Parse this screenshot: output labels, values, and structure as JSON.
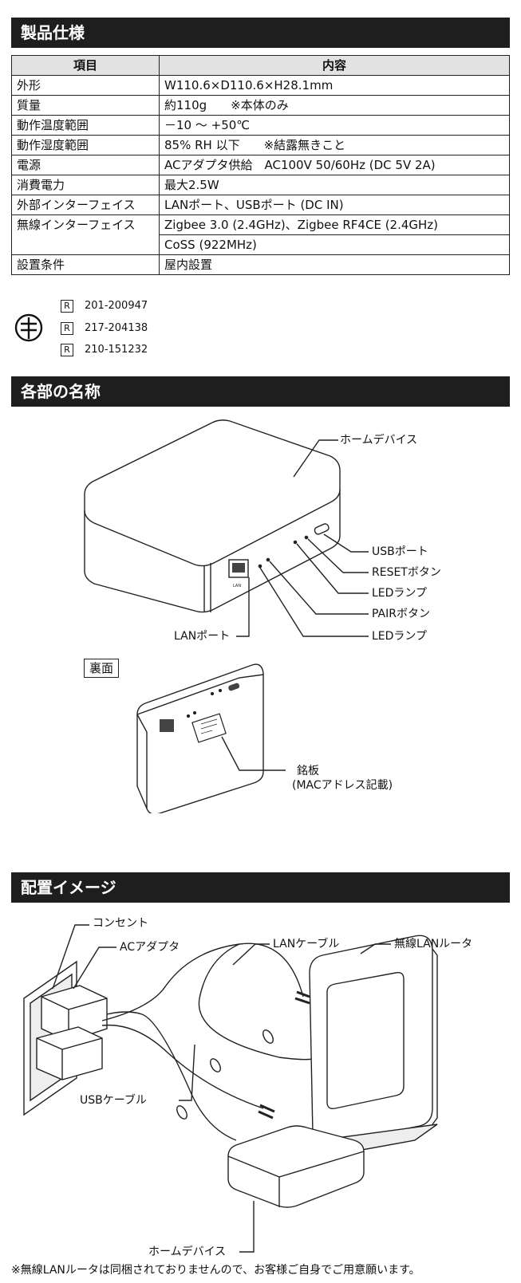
{
  "sections": {
    "specs_title": "製品仕様",
    "parts_title": "各部の名称",
    "placement_title": "配置イメージ"
  },
  "spec_table": {
    "header_item": "項目",
    "header_content": "内容",
    "rows": [
      {
        "label": "外形",
        "value": "W110.6×D110.6×H28.1mm"
      },
      {
        "label": "質量",
        "value": "約110g　　※本体のみ"
      },
      {
        "label": "動作温度範囲",
        "value": "－10 ～ +50℃"
      },
      {
        "label": "動作湿度範囲",
        "value": "85% RH 以下　　※結露無きこと"
      },
      {
        "label": "電源",
        "value": "ACアダプタ供給　AC100V 50/60Hz (DC 5V 2A)"
      },
      {
        "label": "消費電力",
        "value": "最大2.5W"
      },
      {
        "label": "外部インターフェイス",
        "value": "LANポート、USBポート (DC IN)"
      },
      {
        "label": "無線インターフェイス",
        "value": "Zigbee 3.0 (2.4GHz)、Zigbee RF4CE (2.4GHz)"
      },
      {
        "label": "",
        "value": "CoSS (922MHz)"
      },
      {
        "label": "設置条件",
        "value": "屋内設置"
      }
    ]
  },
  "certifications": {
    "mark": "R",
    "numbers": [
      "201-200947",
      "217-204138",
      "210-151232"
    ]
  },
  "parts": {
    "home_device": "ホームデバイス",
    "usb_port": "USBポート",
    "reset_button": "RESETボタン",
    "led_lamp_1": "LEDランプ",
    "pair_button": "PAIRボタン",
    "led_lamp_2": "LEDランプ",
    "lan_port": "LANポート",
    "back_label": "裏面",
    "nameplate": "銘板",
    "nameplate_note": "(MACアドレス記載)"
  },
  "placement": {
    "outlet": "コンセント",
    "ac_adapter": "ACアダプタ",
    "lan_cable": "LANケーブル",
    "router": "無線LANルータ",
    "usb_cable": "USBケーブル",
    "home_device": "ホームデバイス"
  },
  "footnote": "※無線LANルータは同梱されておりませんので、お客様ご自身でご用意願います。"
}
